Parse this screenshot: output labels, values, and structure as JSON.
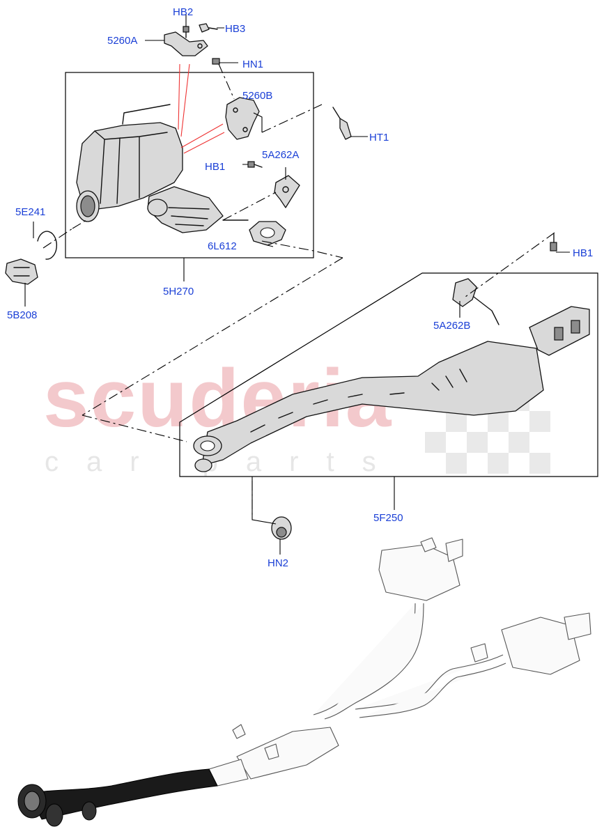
{
  "watermark": {
    "main": "scuderia",
    "sub": "car parts"
  },
  "labels": {
    "hb2": "HB2",
    "hb3": "HB3",
    "l5260a": "5260A",
    "hn1": "HN1",
    "l5260b": "5260B",
    "ht1": "HT1",
    "hb1_top": "HB1",
    "l5a262a": "5A262A",
    "l5e241": "5E241",
    "l6l612": "6L612",
    "l5b208": "5B208",
    "l5h270": "5H270",
    "hb1_right": "HB1",
    "l5a262b": "5A262B",
    "l5f250": "5F250",
    "hn2": "HN2"
  },
  "colors": {
    "label": "#1a3fd6",
    "watermark": "#f3c9cc",
    "leader_red": "#e33333"
  }
}
